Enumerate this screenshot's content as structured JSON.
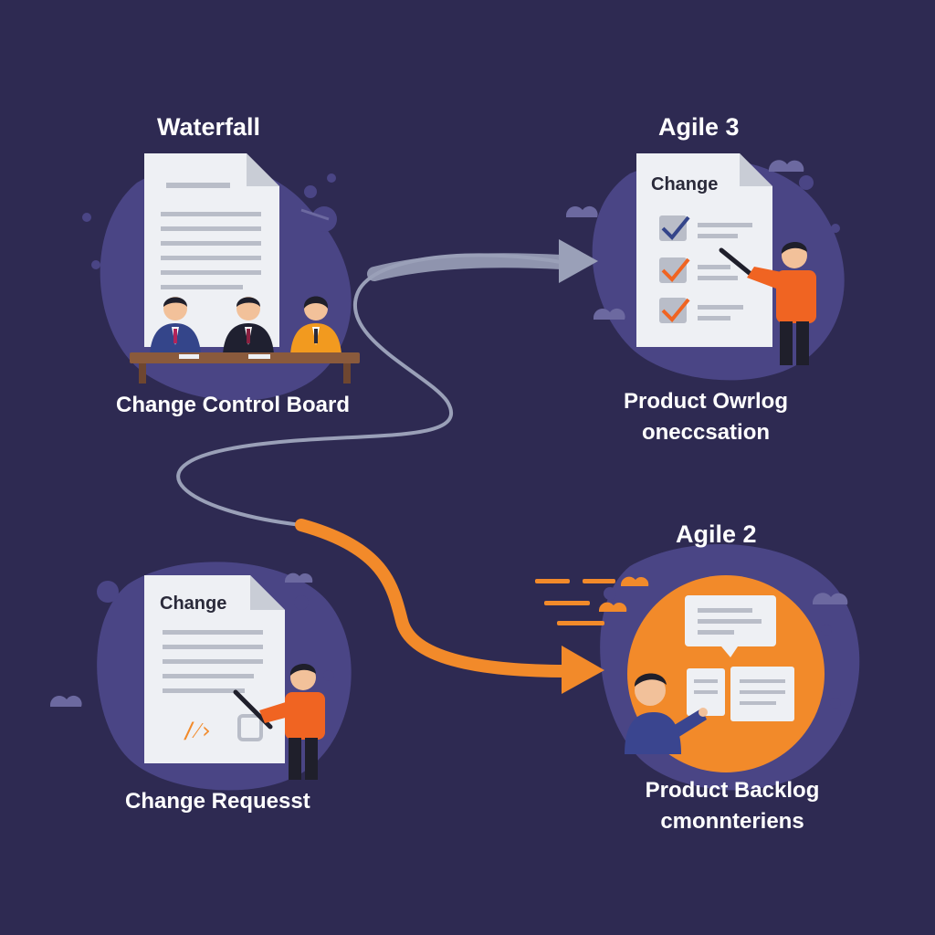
{
  "colors": {
    "background": "#2e2a52",
    "blob": "#4a4585",
    "orange": "#f28a2a",
    "grey_arrow": "#9aa0b8",
    "paper": "#eef0f4"
  },
  "waterfall": {
    "title": "Waterfall",
    "caption": "Change Control Board",
    "icons": [
      "document-icon",
      "board-members-icon",
      "table-icon"
    ]
  },
  "agile3": {
    "title": "Agile 3",
    "card_heading": "Change",
    "caption_line1": "Product Owrlog",
    "caption_line2": "oneccsation",
    "icons": [
      "checklist-icon",
      "presenter-icon"
    ]
  },
  "change_request": {
    "card_heading": "Change",
    "caption": "Change Requesst",
    "icons": [
      "code-icon",
      "search-icon",
      "presenter-icon"
    ]
  },
  "agile2": {
    "title": "Agile 2",
    "caption_line1": "Product Backlog",
    "caption_line2": "cmonnteriens",
    "icons": [
      "chat-bubble-icon",
      "backlog-cards-icon",
      "person-icon"
    ]
  }
}
